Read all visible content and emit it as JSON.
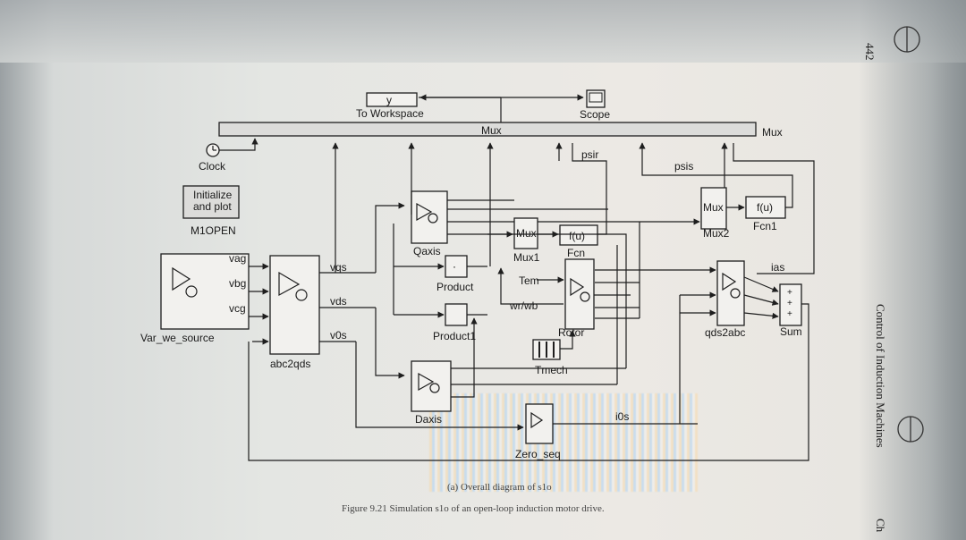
{
  "page_number": "442",
  "running_header": "Control of Induction Machines",
  "running_header_cut": "Ch",
  "blocks": {
    "workspace": {
      "label": "To Workspace",
      "value": "y"
    },
    "scope": "Scope",
    "mux_top": "Mux",
    "mux_right": "Mux",
    "clock": "Clock",
    "init": {
      "line1": "Initialize",
      "line2": "and plot"
    },
    "model_name": "M1OPEN",
    "source": "Var_we_source",
    "abc2qds": "abc2qds",
    "qaxis": "Qaxis",
    "daxis": "Daxis",
    "product": "Product",
    "product1": "Product1",
    "mux1": {
      "port": "Mux",
      "label": "Mux1"
    },
    "fcn": {
      "expr": "f(u)",
      "label": "Fcn"
    },
    "rotor": "Rotor",
    "tmech": "Tmech",
    "mux2": {
      "port": "Mux",
      "label": "Mux2"
    },
    "fcn1": {
      "expr": "f(u)",
      "label": "Fcn1"
    },
    "qds2abc": "qds2abc",
    "sum": "Sum",
    "zero_seq": "Zero_seq"
  },
  "signals": {
    "vag": "vag",
    "vbg": "vbg",
    "vcg": "vcg",
    "vqs": "vqs",
    "vds": "vds",
    "v0s": "v0s",
    "psir": "psir",
    "psis": "psis",
    "ias": "ias",
    "tem": "Tem",
    "wr_wb": "wr/wb",
    "i0s": "i0s"
  },
  "caption": {
    "sub": "(a) Overall diagram of s1o",
    "figure": "Figure 9.21  Simulation s1o of an open-loop induction motor drive."
  },
  "colors": {
    "ink": "#1e1e1e",
    "paper": "#ece9e4"
  }
}
